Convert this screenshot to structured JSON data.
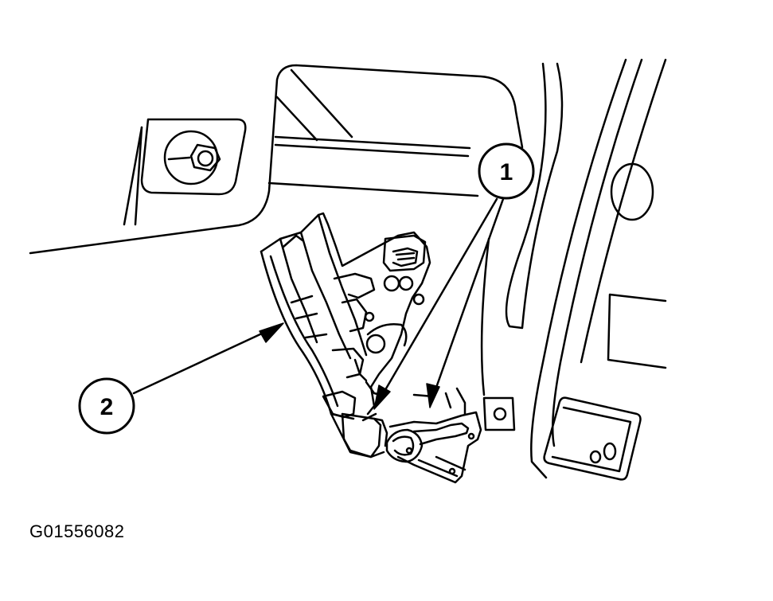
{
  "figure": {
    "id": "G01556082",
    "line_color": "#000000",
    "background": "#ffffff"
  },
  "callouts": [
    {
      "label": "1"
    },
    {
      "label": "2"
    }
  ]
}
